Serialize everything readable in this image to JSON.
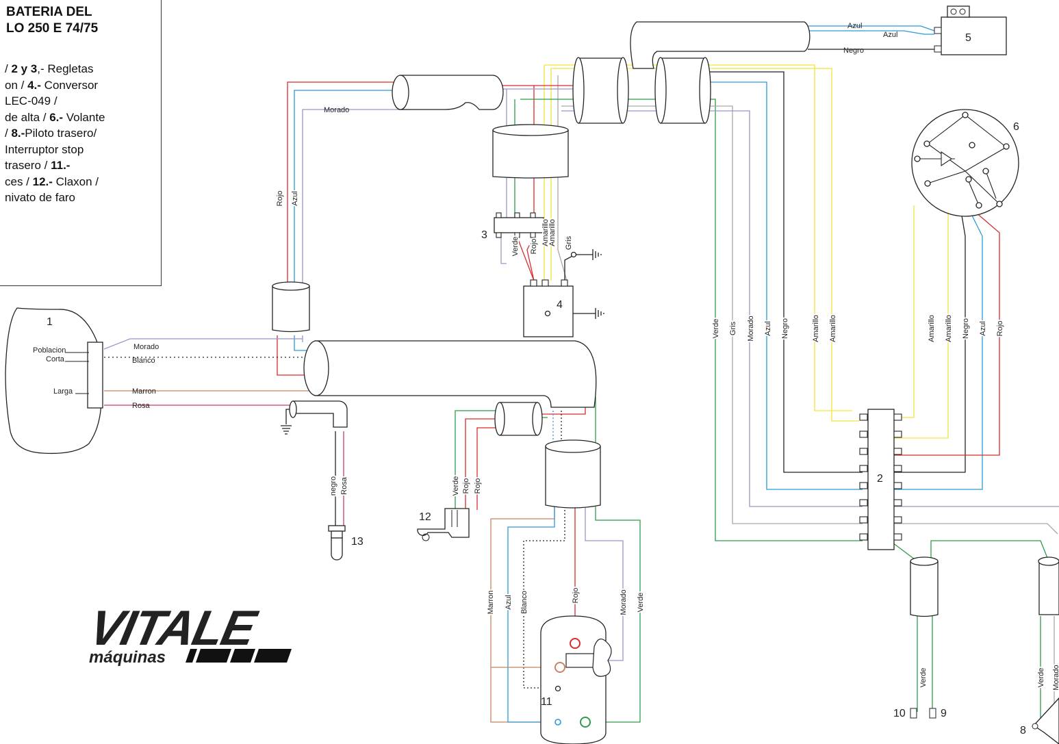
{
  "legend": {
    "title_line1": "BATERIA DEL",
    "title_line2": "LO 250 E 74/75",
    "lines": [
      {
        "b1": "",
        "t1": "/  ",
        "b2": "2 y 3",
        "t2": ",- Regletas"
      },
      {
        "b1": "",
        "t1": "on / ",
        "b2": "4.-",
        "t2": " Conversor"
      },
      {
        "b1": "",
        "t1": "LEC-049 /",
        "b2": "",
        "t2": ""
      },
      {
        "b1": "",
        "t1": "de alta / ",
        "b2": "6.-",
        "t2": " Volante"
      },
      {
        "b1": "",
        "t1": "/ ",
        "b2": "8.-",
        "t2": "Piloto trasero/"
      },
      {
        "b1": "",
        "t1": " Interruptor stop",
        "b2": "",
        "t2": ""
      },
      {
        "b1": "",
        "t1": "trasero / ",
        "b2": "11.-",
        "t2": ""
      },
      {
        "b1": "",
        "t1": "ces / ",
        "b2": "12.-",
        "t2": " Claxon /"
      },
      {
        "b1": "",
        "t1": "nivato de faro",
        "b2": "",
        "t2": ""
      }
    ]
  },
  "components": {
    "c1": "1",
    "c2": "2",
    "c3": "3",
    "c4": "4",
    "c5": "5",
    "c6": "6",
    "c8": "8",
    "c9": "9",
    "c10": "10",
    "c11": "11",
    "c12": "12",
    "c13": "13"
  },
  "headlight_labels": {
    "poblacion": "Poblacion",
    "corta": "Corta",
    "larga": "Larga"
  },
  "wires": {
    "morado": "Morado",
    "blanco": "Blanco",
    "marron": "Marron",
    "rosa": "Rosa",
    "rojo": "Rojo",
    "azul": "Azul",
    "negro": "Negro",
    "verde": "Verde",
    "gris": "Gris",
    "amarillo": "Amarillo",
    "negro_lc": "negro",
    "marron_b": "Marron"
  },
  "logo": {
    "main": "VITALE",
    "sub": "máquinas"
  },
  "colors": {
    "rojo": "#d92b2b",
    "azul": "#2a9ad8",
    "morado": "#9b95c9",
    "verde": "#2e9a4a",
    "gris": "#a8a8a8",
    "amarillo": "#f2e33a",
    "negro": "#222222",
    "marron": "#c8845e",
    "rosa": "#c63b7a"
  }
}
